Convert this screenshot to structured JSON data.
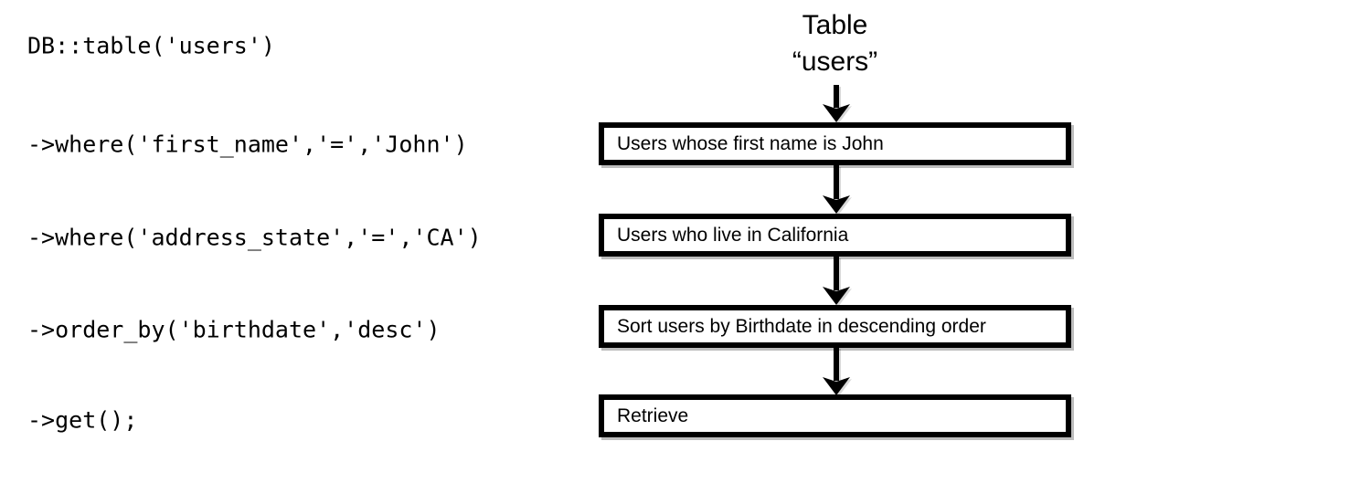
{
  "code": {
    "lines": [
      "DB::table('users')",
      "->where('first_name','=','John')",
      "->where('address_state','=','CA')",
      "->order_by('birthdate','desc')",
      "->get();"
    ]
  },
  "flow": {
    "title_line1": "Table",
    "title_line2": "“users”",
    "boxes": [
      {
        "label": "Users whose first name is John"
      },
      {
        "label": "Users who live in California"
      },
      {
        "label": "Sort users by Birthdate in descending order"
      },
      {
        "label": "Retrieve"
      }
    ]
  },
  "colors": {
    "ink": "#000000",
    "background": "#ffffff",
    "box_border": "#000000",
    "box_shadow": "#bdbdbd"
  }
}
